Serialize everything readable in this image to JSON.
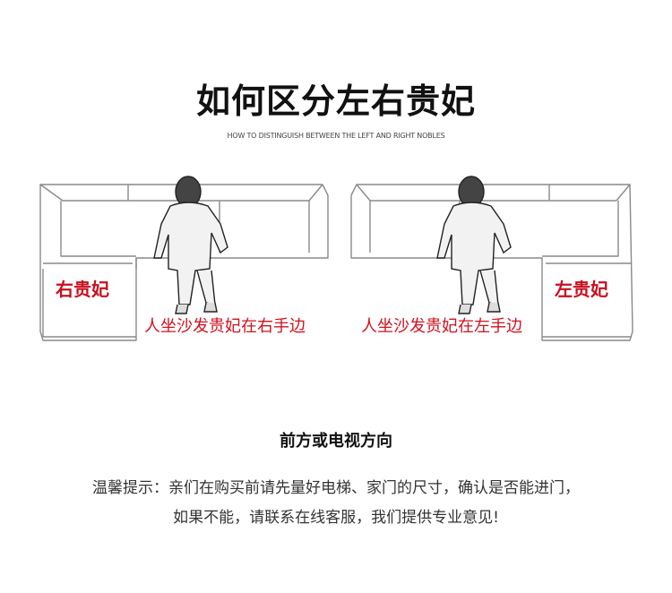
{
  "title": "如何区分左右贵妃",
  "subtitle": "HOW TO DISTINGUISH BETWEEN THE LEFT AND RIGHT NOBLES",
  "left_figure": {
    "label": "右贵妃",
    "caption": "人坐沙发贵妃在右手边"
  },
  "right_figure": {
    "label": "左贵妃",
    "caption": "人坐沙发贵妃在左手边"
  },
  "front_direction": "前方或电视方向",
  "tip_line1": "温馨提示：亲们在购买前请先量好电梯、家门的尺寸，确认是否能进门，",
  "tip_line2": "如果不能，请联系在线客服，我们提供专业意见!",
  "colors": {
    "accent_red": "#c8101e",
    "outline": "#8a8a8a"
  }
}
